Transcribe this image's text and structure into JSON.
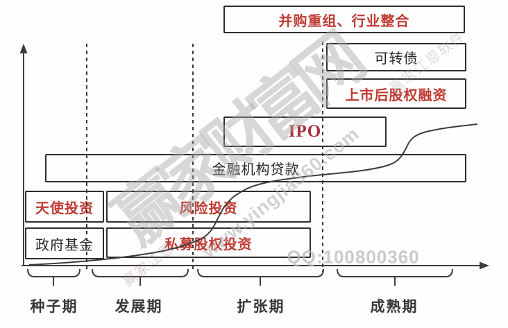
{
  "diagram": {
    "boxes": [
      {
        "id": "merger-integration",
        "label": "并购重组、行业整合",
        "color": "red"
      },
      {
        "id": "convertible-bond",
        "label": "可转债",
        "color": "black"
      },
      {
        "id": "post-ipo-equity",
        "label": "上市后股权融资",
        "color": "red"
      },
      {
        "id": "ipo",
        "label": "IPO",
        "color": "red"
      },
      {
        "id": "bank-loans",
        "label": "金融机构贷款",
        "color": "black"
      },
      {
        "id": "angel-investment",
        "label": "天使投资",
        "color": "red"
      },
      {
        "id": "venture-capital",
        "label": "风险投资",
        "color": "red"
      },
      {
        "id": "government-fund",
        "label": "政府基金",
        "color": "black"
      },
      {
        "id": "private-equity",
        "label": "私募股权投资",
        "color": "red"
      }
    ],
    "stages": [
      {
        "id": "seed",
        "label": "种子期"
      },
      {
        "id": "growth",
        "label": "发展期"
      },
      {
        "id": "expansion",
        "label": "扩张期"
      },
      {
        "id": "maturity",
        "label": "成熟期"
      }
    ],
    "colors": {
      "red_text": "#c03a32",
      "ipo_red": "#a92f3c",
      "black_text": "#262626",
      "line": "#3c3c3c",
      "border": "#2e2e2e",
      "stage_text": "#383838"
    }
  },
  "watermarks": {
    "brand": "赢家财富网",
    "url": "www.yingjia360.com",
    "qq": "QQ:100800360",
    "fragment_top_right": "赢家江恩软件",
    "fragment_bottom_left": "赢家江恩"
  }
}
